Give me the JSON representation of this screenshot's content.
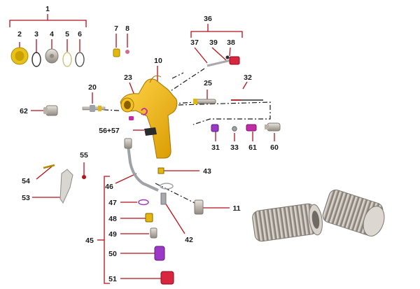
{
  "colors": {
    "leader": "#b5121b",
    "gun_body": "#f2b705",
    "gold_part": "#e3b80e",
    "red_part": "#d7263d",
    "magenta_part": "#c22aa8",
    "violet_part": "#9b39c6",
    "steel": "#a9a9ad",
    "photo_metal": "#c9c4bd"
  },
  "icons": [
    "spray-gun-body-icon",
    "threaded-fitting-icon",
    "o-ring-icon",
    "hose-fitting-icon"
  ],
  "labels": {
    "p1": "1",
    "p2": "2",
    "p3": "3",
    "p4": "4",
    "p5": "5",
    "p6": "6",
    "p7": "7",
    "p8": "8",
    "p10": "10",
    "p11": "11",
    "p20": "20",
    "p23": "23",
    "p25": "25",
    "p31": "31",
    "p32": "32",
    "p33": "33",
    "p36": "36",
    "p37": "37",
    "p38": "38",
    "p39": "39",
    "p42": "42",
    "p43": "43",
    "p45": "45",
    "p46": "46",
    "p47": "47",
    "p48": "48",
    "p49": "49",
    "p50": "50",
    "p51": "51",
    "p53": "53",
    "p54": "54",
    "p55": "55",
    "p56_57": "56+57",
    "p60": "60",
    "p61": "61",
    "p62": "62"
  }
}
